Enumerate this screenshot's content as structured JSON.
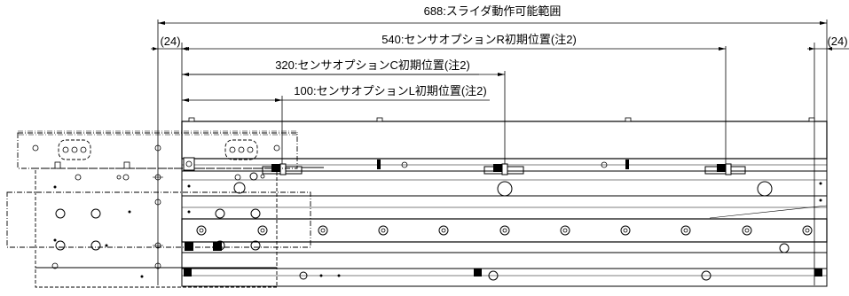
{
  "dimensions": {
    "stroke_total": "688:スライダ動作可能範囲",
    "left_margin": "(24)",
    "right_margin": "(24)",
    "sensor_r": "540:センサオプションR初期位置(注2)",
    "sensor_c": "320:センサオプションC初期位置(注2)",
    "sensor_l": "100:センサオプションL初期位置(注2)"
  },
  "colors": {
    "line": "#000000",
    "background": "#ffffff"
  }
}
